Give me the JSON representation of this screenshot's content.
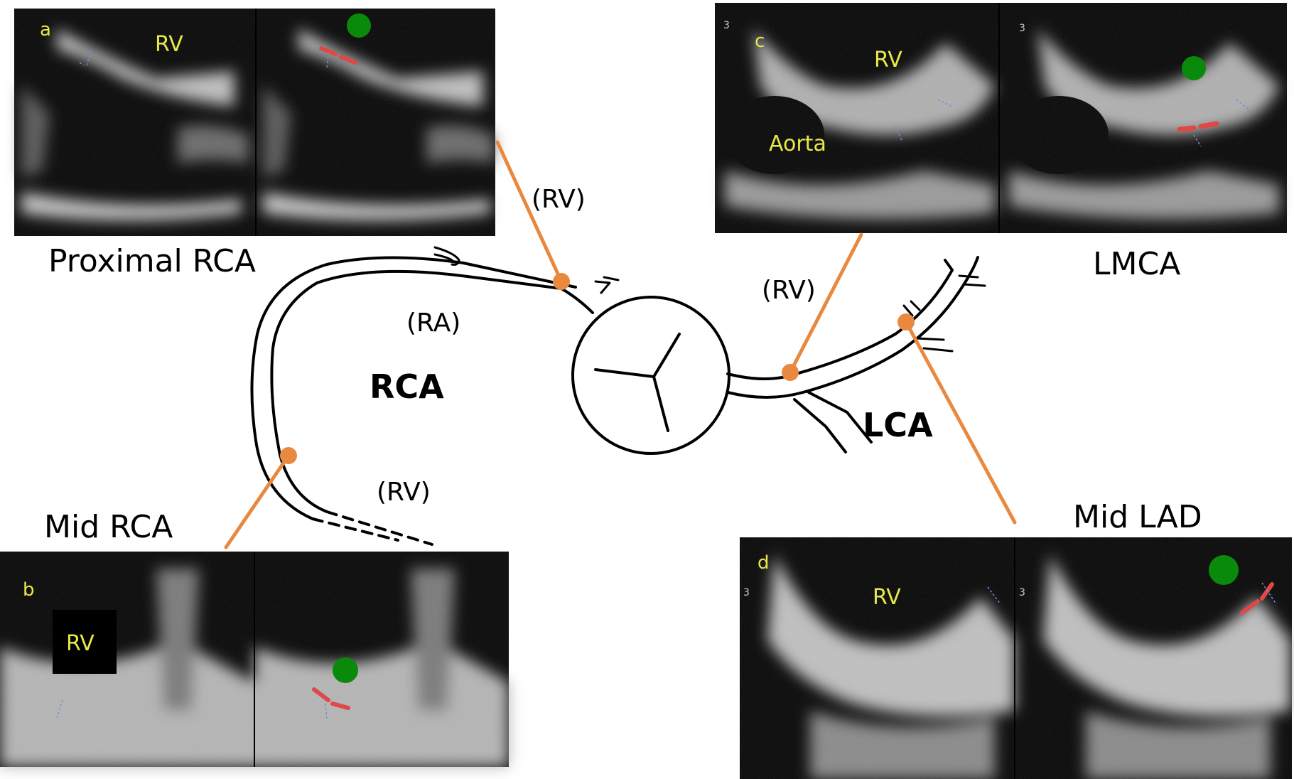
{
  "labels": {
    "proximal_rca": "Proximal RCA",
    "mid_rca": "Mid RCA",
    "lmca": "LMCA",
    "mid_lad": "Mid LAD",
    "rca": "RCA",
    "lca": "LCA",
    "ra": "(RA)",
    "rv_proximal": "(RV)",
    "rv_distal": "(RV)",
    "rv_lca": "(RV)"
  },
  "panels": {
    "a": {
      "letter": "a",
      "chamber": "RV"
    },
    "b": {
      "letter": "b",
      "chamber": "RV"
    },
    "c": {
      "letter": "c",
      "chamber": "RV",
      "vessel": "Aorta",
      "depth_left": "3",
      "depth_right": "3"
    },
    "d": {
      "letter": "d",
      "chamber": "RV",
      "depth_left": "3",
      "depth_right": "3"
    }
  },
  "colors": {
    "connector": "#e8893f",
    "annotation": "#e8e84a",
    "doppler_marker": "#0a8a0a",
    "vessel_trace": "#e04848",
    "caliper": "#7090e0",
    "ultrasound_bg": "#050505"
  }
}
